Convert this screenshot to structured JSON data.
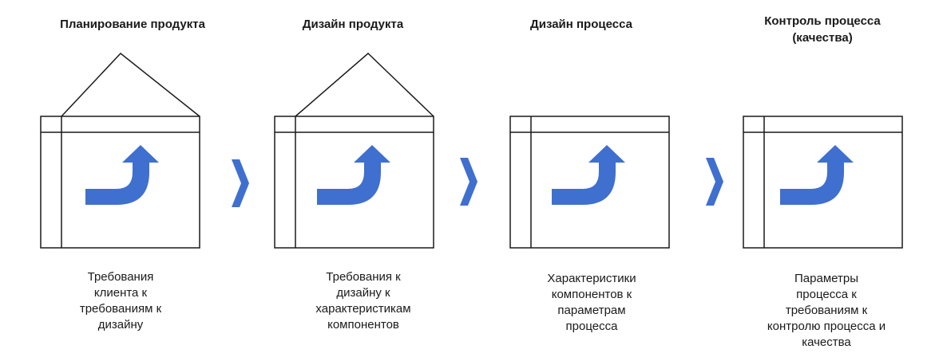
{
  "colors": {
    "arrow": "#3f6fcf",
    "line": "#1a1a1a",
    "background": "#ffffff"
  },
  "stages": [
    {
      "title": "Планирование продукта",
      "has_roof": true,
      "description": [
        "Требования",
        "клиента к",
        "требованиям к",
        "дизайну"
      ]
    },
    {
      "title": "Дизайн продукта",
      "has_roof": true,
      "description": [
        "Требования к",
        "дизайну к",
        "характеристикам",
        "компонентов"
      ]
    },
    {
      "title": "Дизайн процесса",
      "has_roof": false,
      "description": [
        "Характеристики",
        "компонентов к",
        "параметрам",
        "процесса"
      ]
    },
    {
      "title": [
        "Контроль процесса",
        "(качества)"
      ],
      "has_roof": false,
      "description": [
        "Параметры",
        "процесса к",
        "требованиям к",
        "контролю процесса и",
        "качества"
      ]
    }
  ]
}
